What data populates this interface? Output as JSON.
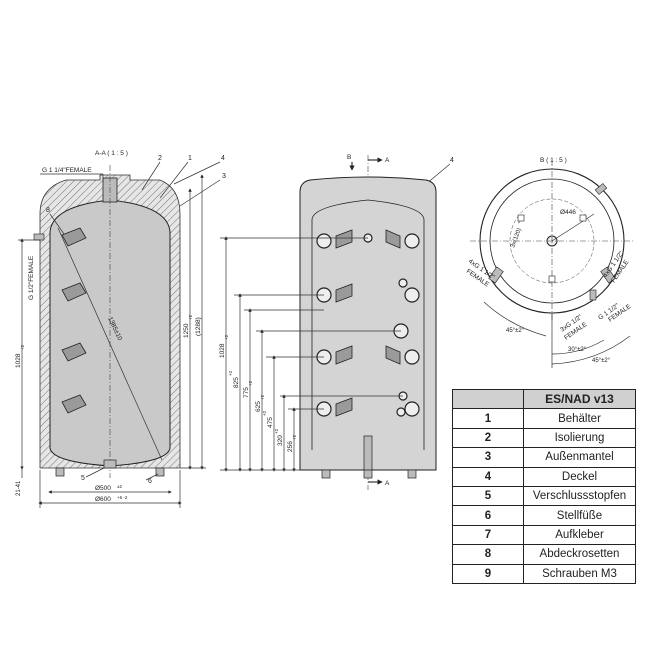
{
  "section_labels": {
    "aa": "A-A ( 1 : 5 )",
    "b": "B ( 1 : 5 )",
    "b_marker": "B",
    "a_marker_top": "A",
    "a_marker_bottom": "A"
  },
  "callouts": {
    "c1": "1",
    "c2": "2",
    "c3": "3",
    "c4": "4",
    "c4b": "4",
    "c5": "5",
    "c6": "6",
    "c8": "8"
  },
  "connections": {
    "top": "G 1 1/4\"FEMALE",
    "side": "G 1/2\"FEMALE",
    "left_plan_a": "4xG 1 1/2\"",
    "left_plan_b": "FEMALE",
    "right_plan_a": "4xG 1 1/2\"",
    "right_plan_b": "FEMALE",
    "mid_plan_a": "3xG 1/2\"",
    "mid_plan_b": "FEMALE",
    "mid2_plan_a": "G 1 1/2\"",
    "mid2_plan_b": "FEMALE"
  },
  "dimensions": {
    "diag": "1385±10",
    "d1250": "1250",
    "d1250_tol": "+2",
    "d1288": "(1288)",
    "d1028_left": "1028",
    "d1028_left_tol": "+2",
    "d2141": "21-41",
    "d500": "Ø500",
    "d500_tol": "±2",
    "d600": "Ø600",
    "d600_tol": "+6 -2",
    "d1028_mid": "1028",
    "d1028_mid_tol": "+2",
    "d825": "825",
    "d825_tol": "+2",
    "d775": "775",
    "d775_tol": "+2",
    "d625": "625",
    "d625_tol": "+2",
    "d475": "475",
    "d475_tol": "+2",
    "d320": "320",
    "d320_tol": "+2",
    "d256": "256",
    "d256_tol": "+2",
    "d446": "Ø446",
    "d3x120": "3x(120)",
    "d3x120_tol": "+2",
    "ang45_left": "45°±2°",
    "ang30": "30°±2°",
    "ang45_right": "45°±2°"
  },
  "parts_table": {
    "title": "ES/NAD v13",
    "rows": [
      {
        "num": "1",
        "name": "Behälter"
      },
      {
        "num": "2",
        "name": "Isolierung"
      },
      {
        "num": "3",
        "name": "Außenmantel"
      },
      {
        "num": "4",
        "name": "Deckel"
      },
      {
        "num": "5",
        "name": "Verschlussstopfen"
      },
      {
        "num": "6",
        "name": "Stellfüße"
      },
      {
        "num": "7",
        "name": "Aufkleber"
      },
      {
        "num": "8",
        "name": "Abdeckrosetten"
      },
      {
        "num": "9",
        "name": "Schrauben M3"
      }
    ]
  },
  "colors": {
    "tank_fill": "#c9c9c9",
    "hatch": "#555555",
    "table_header": "#d0d0d0"
  }
}
